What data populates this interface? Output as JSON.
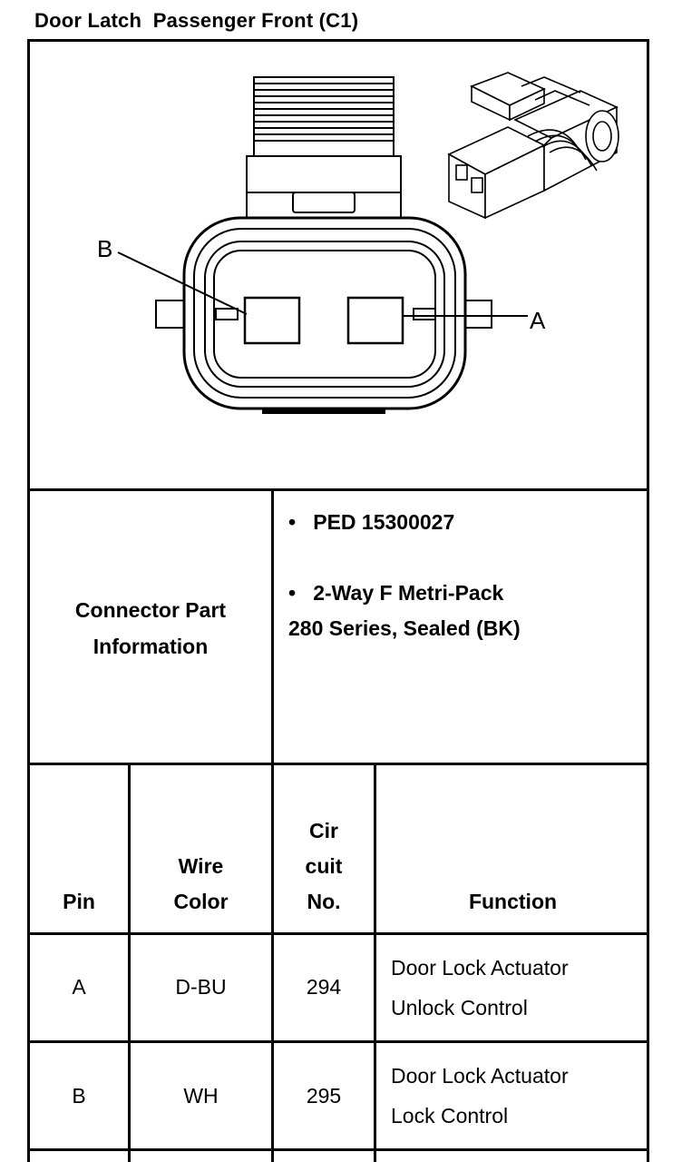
{
  "title": "Door Latch  Passenger Front (C1)",
  "diagram": {
    "pin_b_label": "B",
    "pin_a_label": "A"
  },
  "connector_info": {
    "heading_line1": "Connector Part",
    "heading_line2": "Information",
    "bullet1": "PED 15300027",
    "bullet2": "2-Way F Metri-Pack",
    "bullet2_cont": "280 Series, Sealed (BK)"
  },
  "table": {
    "headers": {
      "pin": "Pin",
      "wire_color_1": "Wire",
      "wire_color_2": "Color",
      "circuit_1": "Cir",
      "circuit_2": "cuit",
      "circuit_3": "No.",
      "function": "Function"
    },
    "rows": [
      {
        "pin": "A",
        "wire_color": "D-BU",
        "circuit": "294",
        "function_1": "Door Lock Actuator",
        "function_2": "Unlock Control"
      },
      {
        "pin": "B",
        "wire_color": "WH",
        "circuit": "295",
        "function_1": "Door Lock Actuator",
        "function_2": "Lock Control"
      }
    ]
  }
}
